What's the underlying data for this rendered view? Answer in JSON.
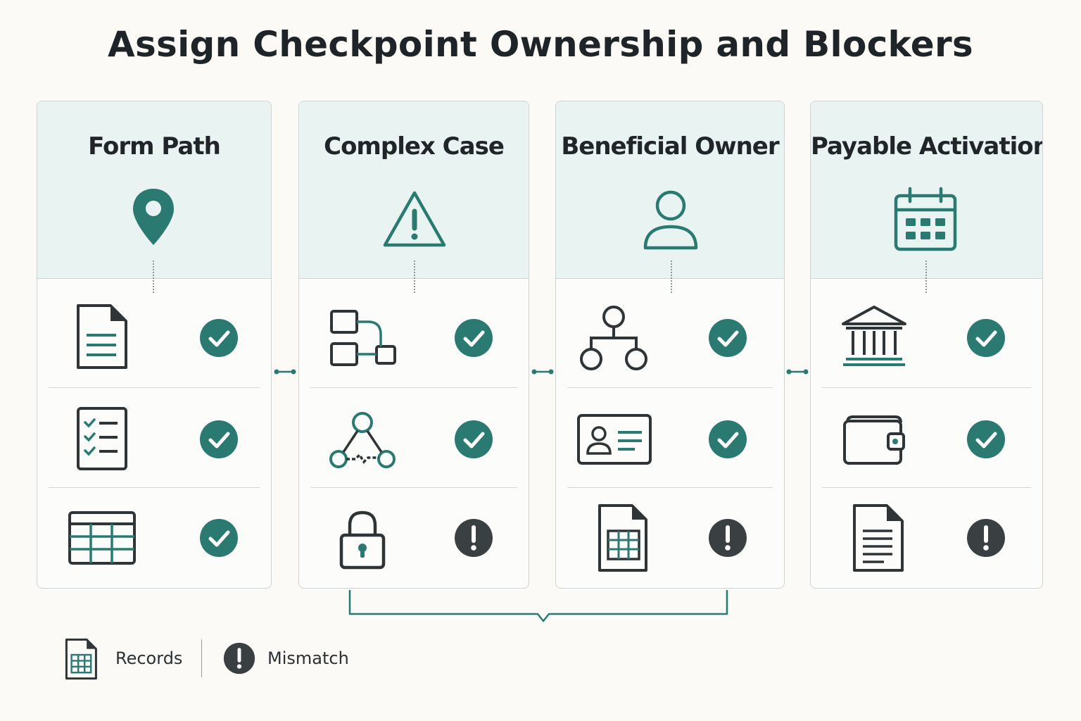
{
  "title": "Assign Checkpoint Ownership and Blockers",
  "colors": {
    "accent": "#2b7a72",
    "check": "#2b7a72",
    "mismatch": "#3a3f42",
    "header_bg": "#e9f3f1",
    "border": "#cfd3d3"
  },
  "columns": [
    {
      "title": "Form Path",
      "header_icon": "location-pin-icon",
      "rows": [
        {
          "icon": "document-icon",
          "status": "check"
        },
        {
          "icon": "checklist-icon",
          "status": "check"
        },
        {
          "icon": "table-grid-icon",
          "status": "check"
        }
      ]
    },
    {
      "title": "Complex Case",
      "header_icon": "warning-triangle-icon",
      "rows": [
        {
          "icon": "flowchart-icon",
          "status": "check"
        },
        {
          "icon": "network-triangle-icon",
          "status": "check"
        },
        {
          "icon": "padlock-icon",
          "status": "mismatch"
        }
      ]
    },
    {
      "title": "Beneficial Owner",
      "header_icon": "person-icon",
      "rows": [
        {
          "icon": "org-hierarchy-icon",
          "status": "check"
        },
        {
          "icon": "id-card-icon",
          "status": "check"
        },
        {
          "icon": "spreadsheet-file-icon",
          "status": "mismatch"
        }
      ]
    },
    {
      "title": "Payable Activation",
      "header_icon": "calendar-icon",
      "rows": [
        {
          "icon": "bank-building-icon",
          "status": "check"
        },
        {
          "icon": "wallet-icon",
          "status": "check"
        },
        {
          "icon": "text-document-icon",
          "status": "mismatch"
        }
      ]
    }
  ],
  "legend": [
    {
      "icon": "spreadsheet-file-icon",
      "label": "Records"
    },
    {
      "icon": "mismatch-alert-icon",
      "label": "Mismatch"
    }
  ]
}
